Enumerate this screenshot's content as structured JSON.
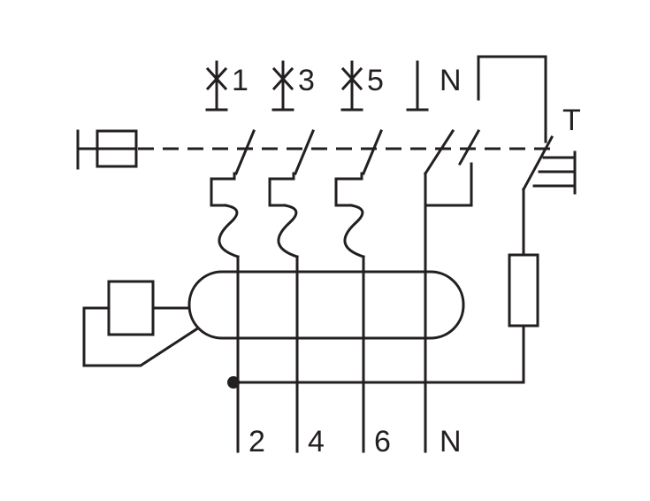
{
  "diagram": {
    "colors": {
      "stroke": "#231f20",
      "background": "#ffffff"
    },
    "input_terminals": [
      {
        "label": "1",
        "symbol": "fuse-cross"
      },
      {
        "label": "3",
        "symbol": "fuse-cross"
      },
      {
        "label": "5",
        "symbol": "fuse-cross"
      },
      {
        "label": "N",
        "symbol": "neutral-bar"
      }
    ],
    "test_button_label": "T",
    "output_terminals": [
      "2",
      "4",
      "6",
      "N"
    ]
  }
}
